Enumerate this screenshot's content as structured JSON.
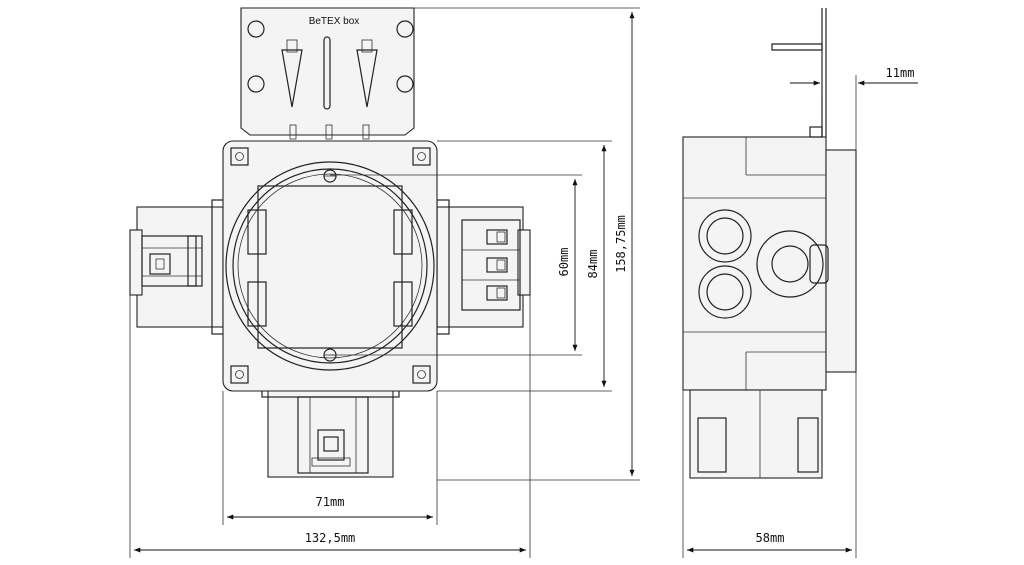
{
  "brand": "BeTEX box",
  "dimensions": {
    "d_11": "11mm",
    "d_60": "60mm",
    "d_84": "84mm",
    "d_158": "158,75mm",
    "d_71": "71mm",
    "d_132": "132,5mm",
    "d_58": "58mm"
  }
}
